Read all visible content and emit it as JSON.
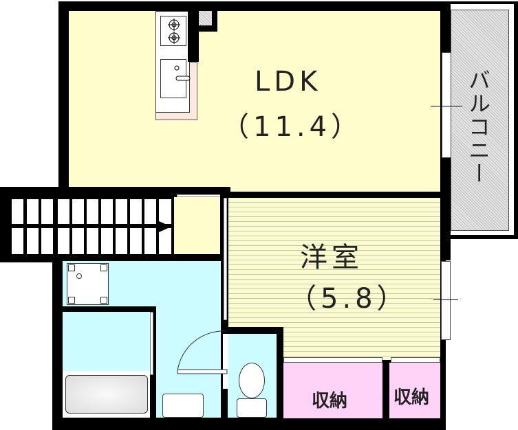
{
  "floorplan": {
    "rooms": [
      {
        "id": "ldk",
        "name": "LDK",
        "area": "（11.4）"
      },
      {
        "id": "western",
        "name": "洋室",
        "area": "（5.8）"
      },
      {
        "id": "storage1",
        "name": "収納"
      },
      {
        "id": "storage2",
        "name": "収納"
      },
      {
        "id": "balcony",
        "name": "バルコニー"
      }
    ],
    "fixtures": [
      "stairs",
      "kitchen-stove",
      "kitchen-sink",
      "washing-machine-pan",
      "bathtub",
      "washbasin",
      "toilet"
    ],
    "colors": {
      "wall": "#000000",
      "ldk": "#fffdcc",
      "western": "#fbfbd0",
      "wet_area": "#ccfcff",
      "storage": "#ffd2f8",
      "balcony": "#e6e6e6"
    }
  }
}
